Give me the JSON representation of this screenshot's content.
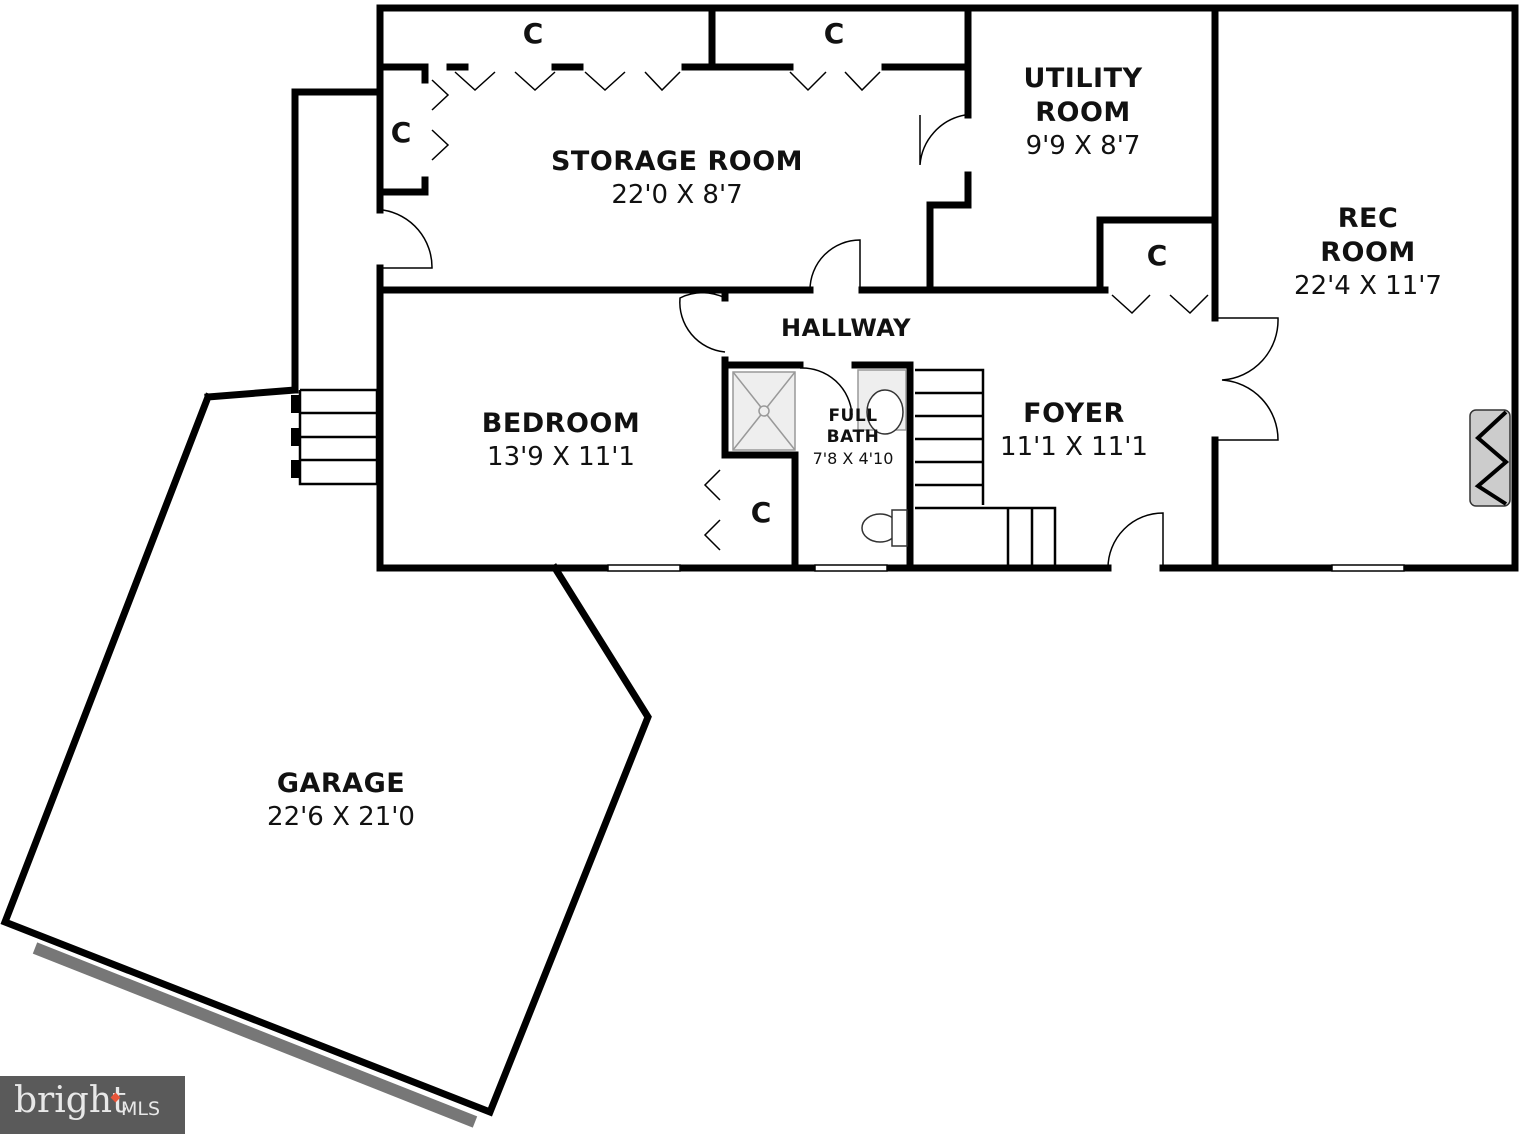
{
  "rooms": {
    "storage": {
      "name": "STORAGE ROOM",
      "dim": "22'0 X 8'7"
    },
    "utility": {
      "name1": "UTILITY",
      "name2": "ROOM",
      "dim": "9'9 X 8'7"
    },
    "rec": {
      "name1": "REC",
      "name2": "ROOM",
      "dim": "22'4 X 11'7"
    },
    "hallway": {
      "name": "HALLWAY"
    },
    "bedroom": {
      "name": "BEDROOM",
      "dim": "13'9 X 11'1"
    },
    "bath": {
      "name1": "FULL",
      "name2": "BATH",
      "dim": "7'8 X 4'10"
    },
    "foyer": {
      "name": "FOYER",
      "dim": "11'1 X 11'1"
    },
    "garage": {
      "name": "GARAGE",
      "dim": "22'6 X 21'0"
    },
    "closet": "C"
  },
  "logo": {
    "text": "bright",
    "suffix": "MLS",
    "accent": "#e8553a"
  },
  "colors": {
    "wall": "#000000",
    "fixture": "#eeeeee",
    "shadow": "#777777"
  }
}
